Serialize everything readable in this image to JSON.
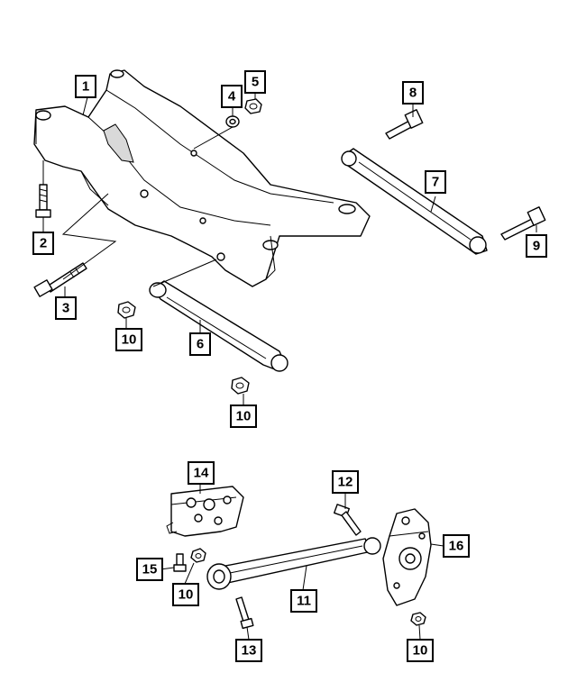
{
  "callouts": {
    "c1": "1",
    "c2": "2",
    "c3": "3",
    "c4": "4",
    "c5": "5",
    "c6": "6",
    "c7": "7",
    "c8": "8",
    "c9": "9",
    "c10a": "10",
    "c10b": "10",
    "c10c": "10",
    "c10d": "10",
    "c11": "11",
    "c12": "12",
    "c13": "13",
    "c14": "14",
    "c15": "15",
    "c16": "16"
  }
}
